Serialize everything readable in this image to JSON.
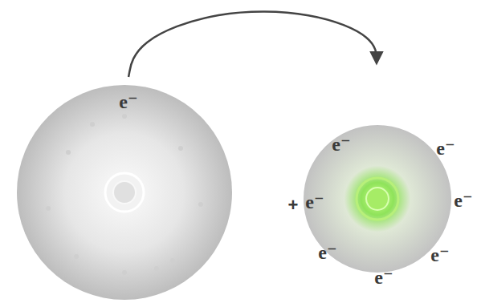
{
  "diagram": {
    "nodes": [
      {
        "text": [
          "e⁻"
        ]
      },
      {
        "text": [
          "e⁻",
          "e⁻",
          "e⁻",
          "e⁻",
          "e⁻",
          "e⁻",
          "e⁻"
        ]
      }
    ],
    "edges": [
      {
        "from": 0,
        "to": 1,
        "arrow": "to"
      }
    ],
    "labels": [
      "+"
    ]
  }
}
